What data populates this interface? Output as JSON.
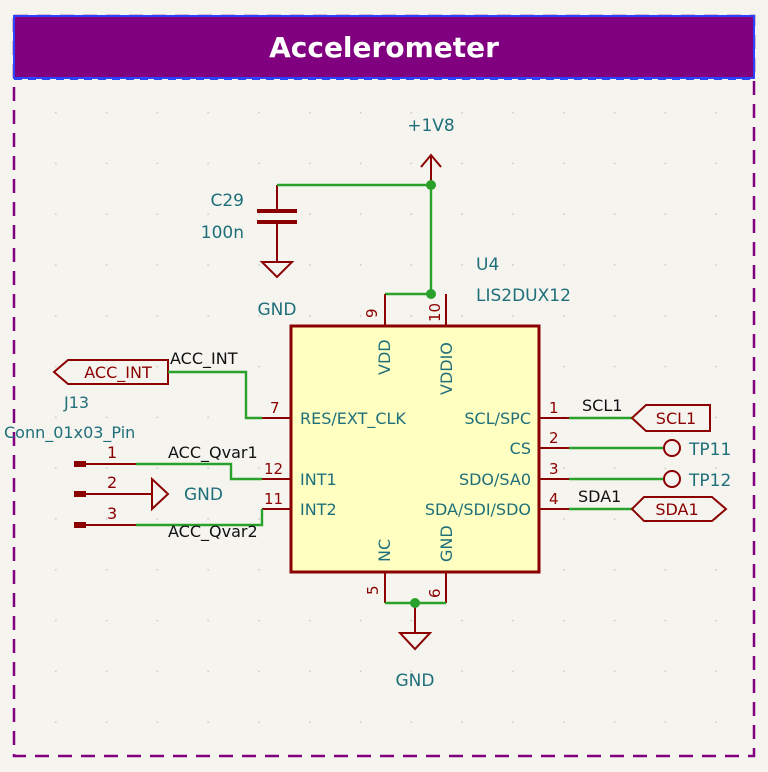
{
  "sheet": {
    "title": "Accelerometer",
    "frame_color": "#800080",
    "background": "#f5f4ef"
  },
  "colors": {
    "wire": "#2aa12a",
    "symbol": "#8b0000",
    "body_fill": "#ffffc2",
    "ref_text": "#1f6f7a",
    "net_text": "#111111"
  },
  "power": {
    "supply": "+1V8",
    "gnd_cap": "GND",
    "gnd_bottom": "GND",
    "gnd_conn": "GND"
  },
  "capacitor": {
    "ref": "C29",
    "value": "100n"
  },
  "ic": {
    "ref": "U4",
    "part": "LIS2DUX12",
    "pins": {
      "vdd": {
        "num": "9",
        "name": "VDD"
      },
      "vddio": {
        "num": "10",
        "name": "VDDIO"
      },
      "res": {
        "num": "7",
        "name": "RES/EXT_CLK"
      },
      "int1": {
        "num": "12",
        "name": "INT1"
      },
      "int2": {
        "num": "11",
        "name": "INT2"
      },
      "scl": {
        "num": "1",
        "name": "SCL/SPC"
      },
      "cs": {
        "num": "2",
        "name": "CS"
      },
      "sdo": {
        "num": "3",
        "name": "SDO/SA0"
      },
      "sda": {
        "num": "4",
        "name": "SDA/SDI/SDO"
      },
      "nc": {
        "num": "5",
        "name": "NC"
      },
      "gnd": {
        "num": "6",
        "name": "GND"
      }
    }
  },
  "connector": {
    "ref": "J13",
    "value": "Conn_01x03_Pin",
    "pin1": "1",
    "pin2": "2",
    "pin3": "3"
  },
  "nets": {
    "acc_int": "ACC_INT",
    "acc_qvar1": "ACC_Qvar1",
    "acc_qvar2": "ACC_Qvar2",
    "scl1": "SCL1",
    "sda1": "SDA1"
  },
  "labels": {
    "acc_int": "ACC_INT",
    "scl1": "SCL1",
    "sda1": "SDA1"
  },
  "testpoints": {
    "tp11": "TP11",
    "tp12": "TP12"
  }
}
